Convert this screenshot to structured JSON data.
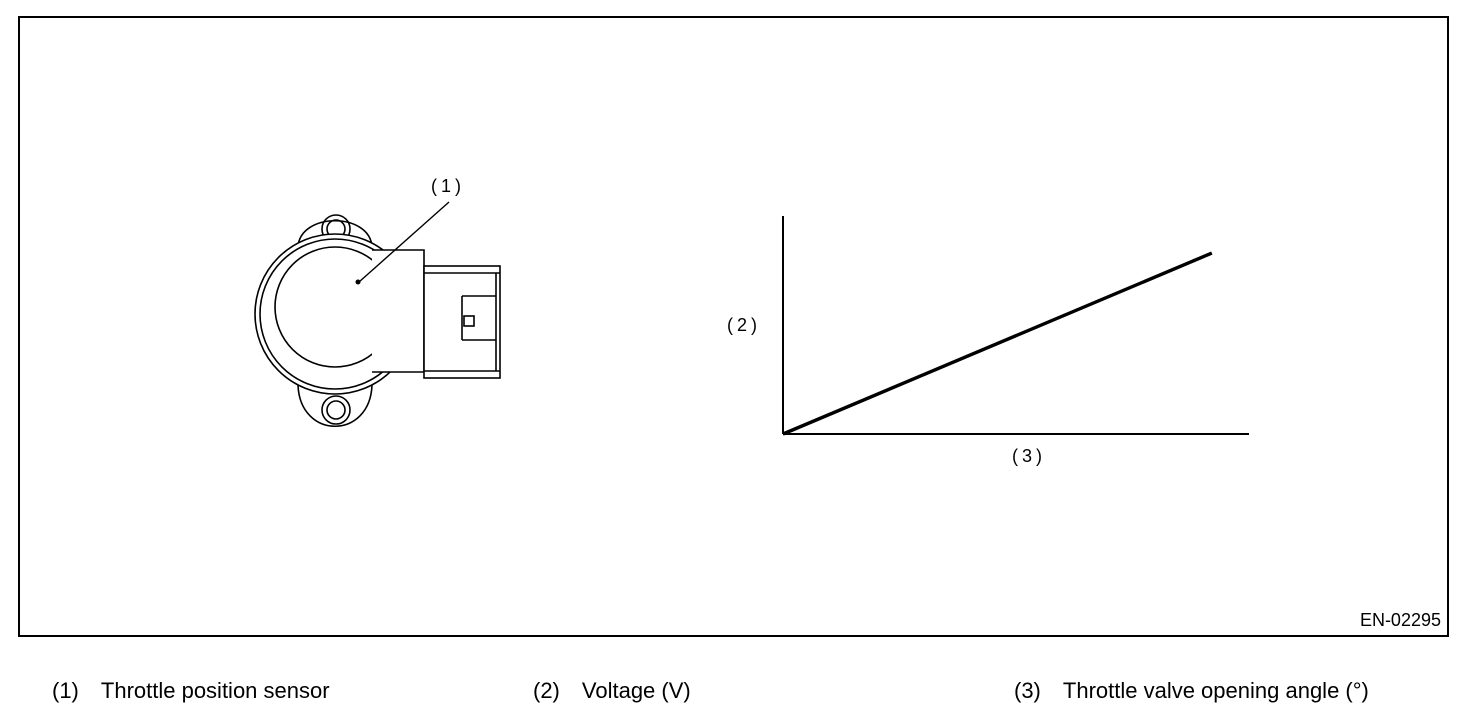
{
  "figure": {
    "code": "EN-02295",
    "callouts": {
      "sensor": "(1)",
      "y_axis": "(2)",
      "x_axis": "(3)"
    }
  },
  "legend": [
    {
      "num": "(1)",
      "label": "Throttle position sensor"
    },
    {
      "num": "(2)",
      "label": "Voltage (V)"
    },
    {
      "num": "(3)",
      "label": "Throttle valve opening angle (°)"
    }
  ],
  "chart_data": {
    "type": "line",
    "xlabel": "(3)",
    "ylabel": "(2)",
    "x": [
      0,
      1
    ],
    "series": [
      {
        "values": [
          0,
          0.83
        ]
      }
    ],
    "xlim": [
      0,
      1.04
    ],
    "ylim": [
      0,
      1
    ],
    "grid": false,
    "ticks": false
  }
}
